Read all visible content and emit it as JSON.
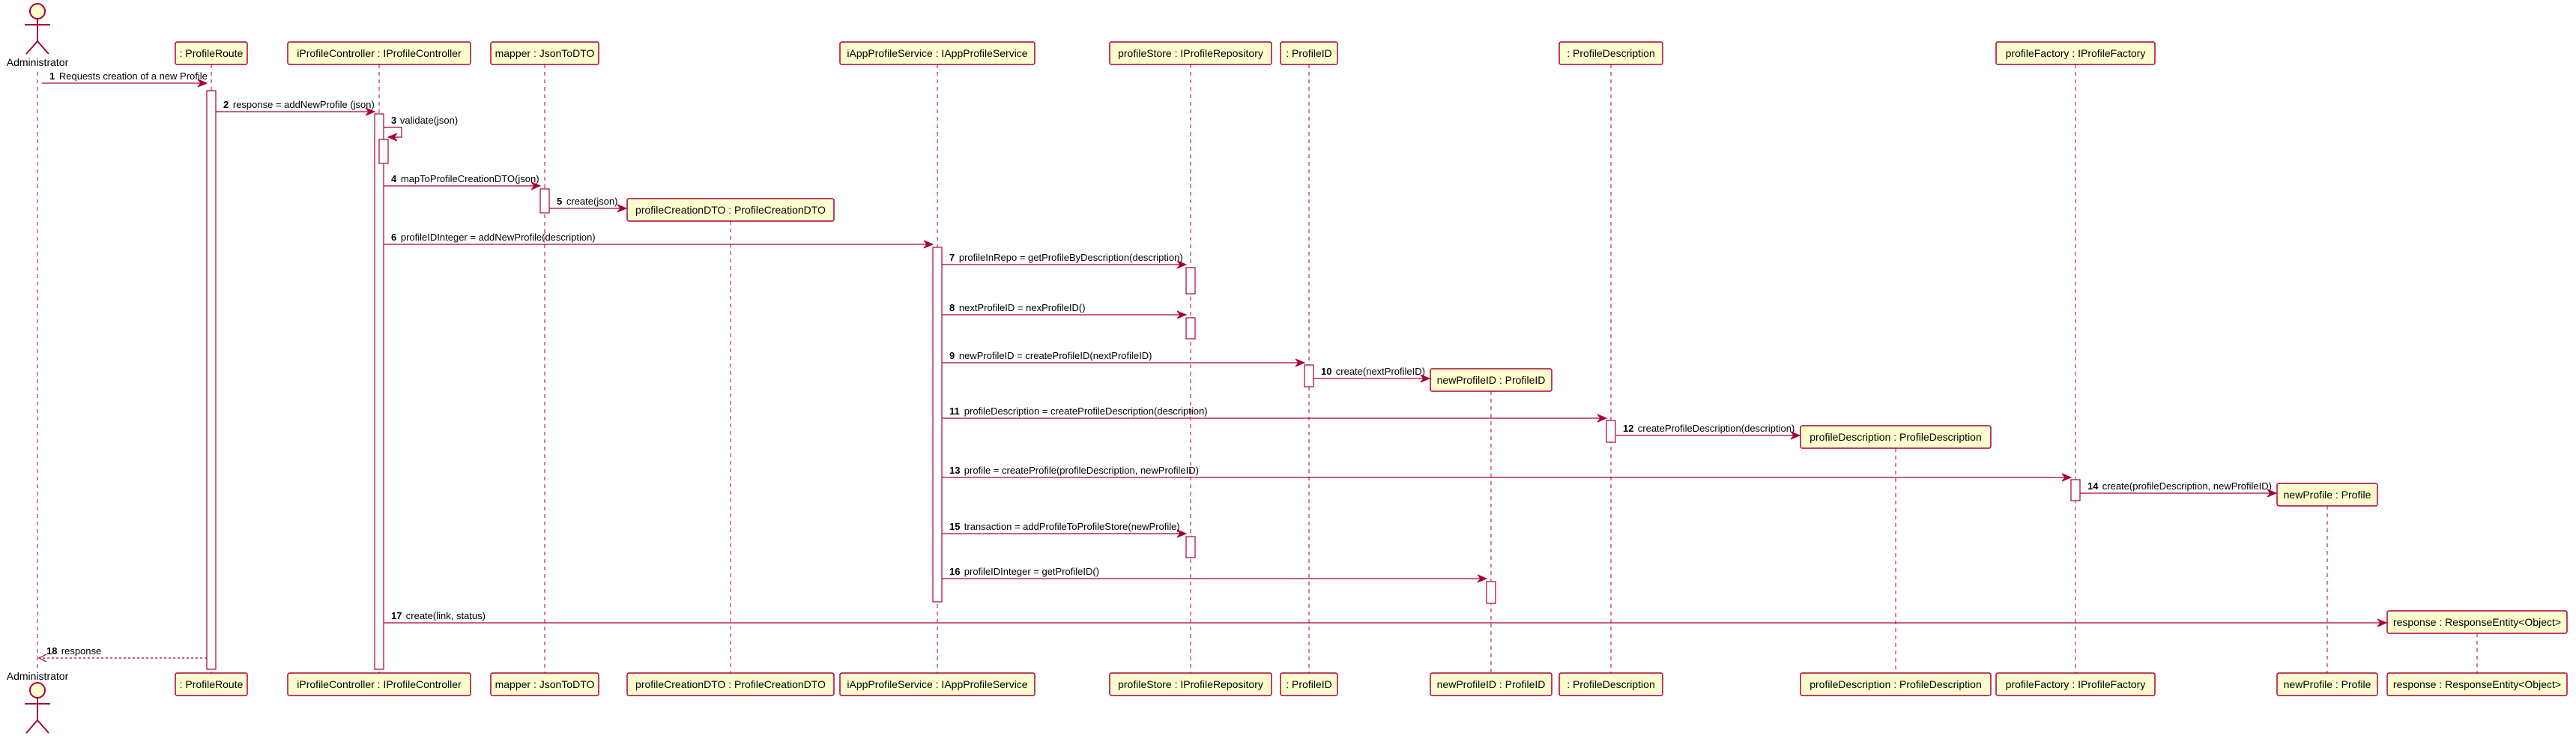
{
  "colors": {
    "line": "#A80036",
    "box_fill": "#FEFECE",
    "activation_fill": "#FFFFFF",
    "text": "#000000"
  },
  "participants": [
    {
      "id": "admin",
      "label": "Administrator",
      "kind": "actor"
    },
    {
      "id": "route",
      "label": ": ProfileRoute",
      "kind": "box"
    },
    {
      "id": "ctrl",
      "label": "iProfileController : IProfileController",
      "kind": "box"
    },
    {
      "id": "mapper",
      "label": "mapper : JsonToDTO",
      "kind": "box"
    },
    {
      "id": "dto",
      "label": "profileCreationDTO : ProfileCreationDTO",
      "kind": "box"
    },
    {
      "id": "svc",
      "label": "iAppProfileService : IAppProfileService",
      "kind": "box"
    },
    {
      "id": "store",
      "label": "profileStore : IProfileRepository",
      "kind": "box"
    },
    {
      "id": "pid",
      "label": ": ProfileID",
      "kind": "box"
    },
    {
      "id": "npid",
      "label": "newProfileID : ProfileID",
      "kind": "box"
    },
    {
      "id": "pdesc",
      "label": ": ProfileDescription",
      "kind": "box"
    },
    {
      "id": "npdesc",
      "label": "profileDescription : ProfileDescription",
      "kind": "box"
    },
    {
      "id": "factory",
      "label": "profileFactory : IProfileFactory",
      "kind": "box"
    },
    {
      "id": "nprof",
      "label": "newProfile : Profile",
      "kind": "box"
    },
    {
      "id": "resp",
      "label": "response : ResponseEntity<Object>",
      "kind": "box"
    }
  ],
  "messages": [
    {
      "n": "1",
      "text": "Requests creation of a new Profile",
      "from": "admin",
      "to": "route"
    },
    {
      "n": "2",
      "text": "response = addNewProfile (json)",
      "from": "route",
      "to": "ctrl"
    },
    {
      "n": "3",
      "text": "validate(json)",
      "from": "ctrl",
      "to": "ctrl"
    },
    {
      "n": "4",
      "text": "mapToProfileCreationDTO(json)",
      "from": "ctrl",
      "to": "mapper"
    },
    {
      "n": "5",
      "text": "create(json)",
      "from": "mapper",
      "to": "dto",
      "create": true
    },
    {
      "n": "6",
      "text": "profileIDInteger = addNewProfile(description)",
      "from": "ctrl",
      "to": "svc"
    },
    {
      "n": "7",
      "text": "profileInRepo = getProfileByDescription(description)",
      "from": "svc",
      "to": "store"
    },
    {
      "n": "8",
      "text": "nextProfileID = nexProfileID()",
      "from": "svc",
      "to": "store"
    },
    {
      "n": "9",
      "text": "newProfileID = createProfileID(nextProfileID)",
      "from": "svc",
      "to": "pid"
    },
    {
      "n": "10",
      "text": "create(nextProfileID)",
      "from": "pid",
      "to": "npid",
      "create": true
    },
    {
      "n": "11",
      "text": "profileDescription = createProfileDescription(description)",
      "from": "svc",
      "to": "pdesc"
    },
    {
      "n": "12",
      "text": "createProfileDescription(description)",
      "from": "pdesc",
      "to": "npdesc",
      "create": true
    },
    {
      "n": "13",
      "text": "profile = createProfile(profileDescription, newProfileID)",
      "from": "svc",
      "to": "factory"
    },
    {
      "n": "14",
      "text": "create(profileDescription, newProfileID)",
      "from": "factory",
      "to": "nprof",
      "create": true
    },
    {
      "n": "15",
      "text": "transaction = addProfileToProfileStore(newProfile)",
      "from": "svc",
      "to": "store"
    },
    {
      "n": "16",
      "text": "profileIDInteger = getProfileID()",
      "from": "svc",
      "to": "npid"
    },
    {
      "n": "17",
      "text": "create(link, status)",
      "from": "ctrl",
      "to": "resp",
      "create": true
    },
    {
      "n": "18",
      "text": "response",
      "from": "route",
      "to": "admin",
      "reply": true
    }
  ]
}
